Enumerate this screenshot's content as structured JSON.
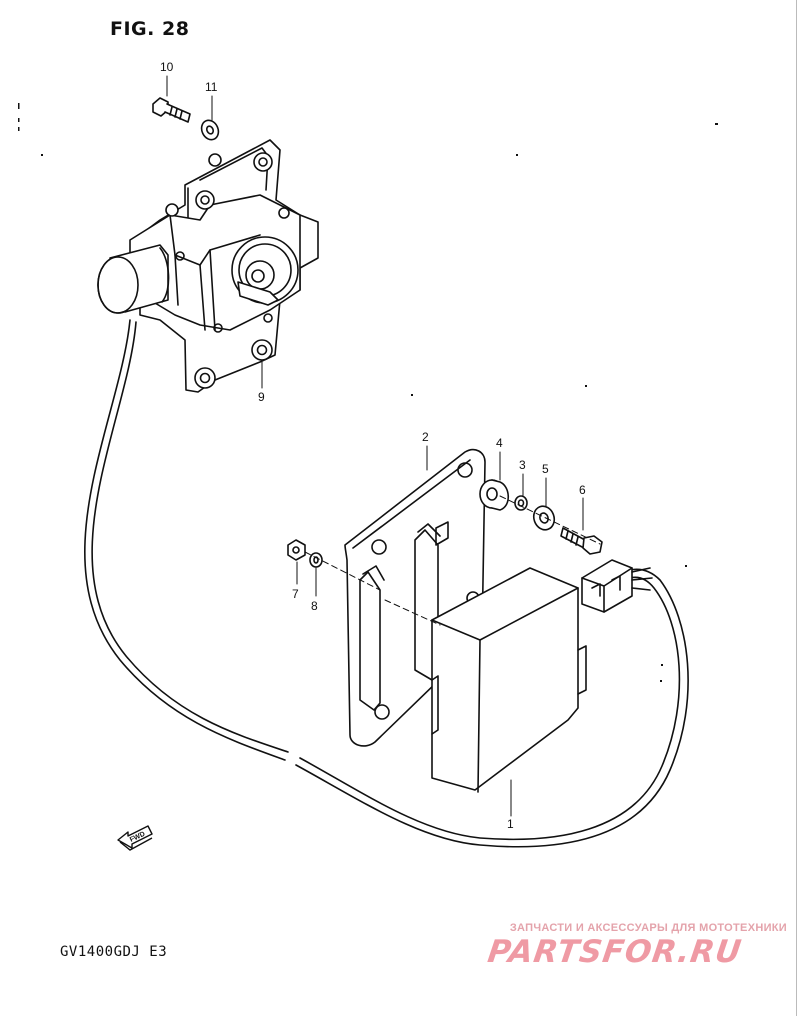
{
  "figure": {
    "title": "FIG. 28",
    "model": "GV1400GDJ  E3"
  },
  "callouts": [
    "10",
    "11",
    "9",
    "2",
    "4",
    "3",
    "5",
    "6",
    "7",
    "8",
    "1"
  ],
  "fwd_arrow": {
    "label": "FWD"
  },
  "watermark": {
    "tagline": "ЗАПЧАСТИ И АКСЕССУАРЫ ДЛЯ МОТОТЕХНИКИ",
    "brand": "PARTSFOR.RU",
    "color": "#ef9aa4"
  },
  "colors": {
    "ink": "#111111",
    "paper": "#ffffff"
  }
}
